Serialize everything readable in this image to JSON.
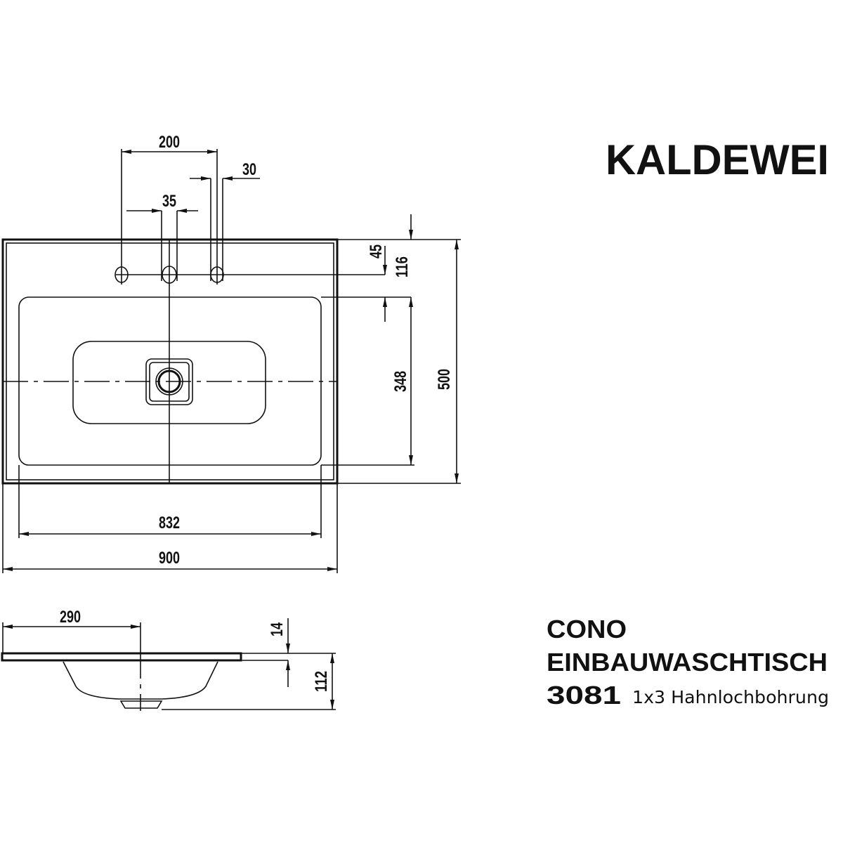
{
  "brand": "KALDEWEI",
  "product": {
    "line": "CONO",
    "type": "EINBAUWASCHTISCH",
    "number": "3081",
    "variant": "1x3 Hahnlochbohrung"
  },
  "dimensions": {
    "tap_spacing": "200",
    "tap_hole_width": "30",
    "center_hole_width": "35",
    "hole_offset": "45",
    "rim_to_basin": "116",
    "basin_depth": "348",
    "total_depth": "500",
    "basin_width": "832",
    "total_width": "900",
    "side_drain_offset": "290",
    "slab_thickness": "14",
    "total_height": "112"
  }
}
